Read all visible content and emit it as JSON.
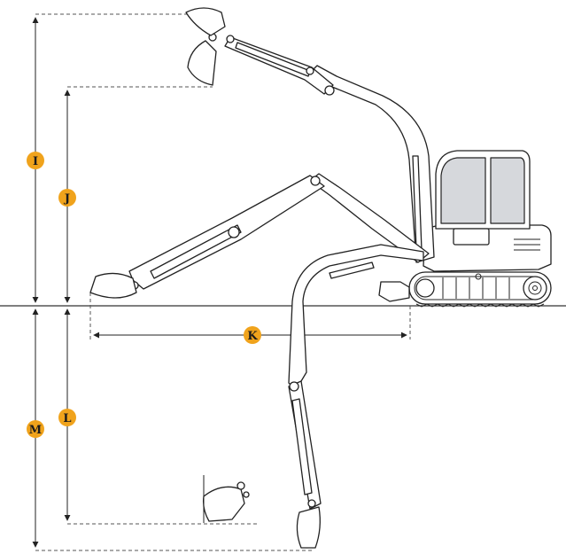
{
  "dimensions": [
    {
      "id": "I",
      "label": "I",
      "description": ""
    },
    {
      "id": "J",
      "label": "J",
      "description": ""
    },
    {
      "id": "K",
      "label": "K",
      "description": ""
    },
    {
      "id": "L",
      "label": "L",
      "description": ""
    },
    {
      "id": "M",
      "label": "M",
      "description": ""
    }
  ],
  "colors": {
    "badge": "#f0a31c",
    "line": "#222222",
    "glass": "#d6d8dc",
    "background": "#ffffff"
  }
}
